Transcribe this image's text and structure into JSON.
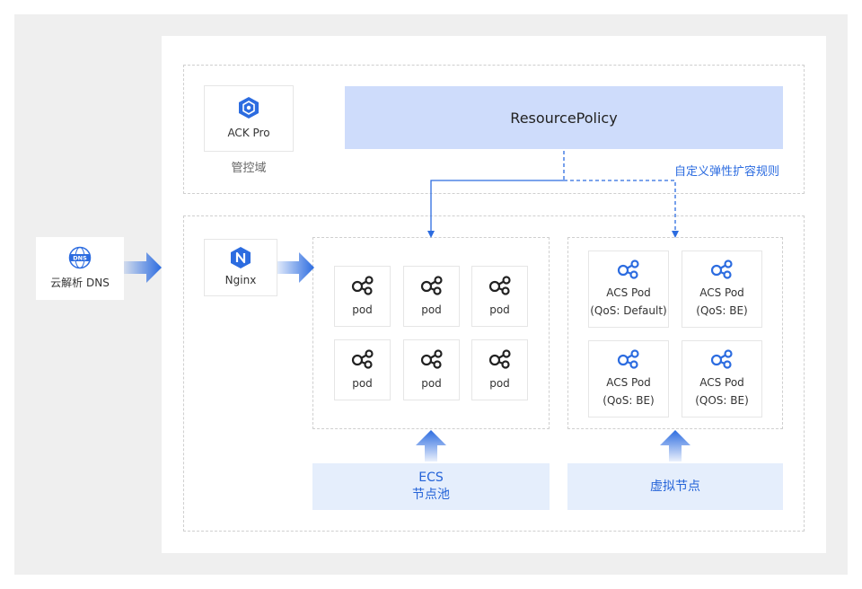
{
  "colors": {
    "accent": "#2c6ce0",
    "policy_bg": "#cedcfb",
    "pool_bg": "#e5eefc",
    "pod_icon": "#222222"
  },
  "dns": {
    "label": "云解析 DNS",
    "icon": "dns-globe-icon",
    "icon_text": "DNS"
  },
  "control_plane": {
    "ack_label": "ACK Pro",
    "ack_icon": "ack-hexagon-icon",
    "caption": "管控域"
  },
  "policy": {
    "title": "ResourcePolicy",
    "annotation": "自定义弹性扩容规则"
  },
  "nginx": {
    "label": "Nginx",
    "icon": "nginx-n-icon"
  },
  "ecs_pool": {
    "pods": [
      "pod",
      "pod",
      "pod",
      "pod",
      "pod",
      "pod"
    ],
    "label_line1": "ECS",
    "label_line2": "节点池"
  },
  "virtual_pool": {
    "pods": [
      {
        "name": "ACS Pod",
        "qos": "(QoS: Default)"
      },
      {
        "name": "ACS Pod",
        "qos": "(QoS: BE)"
      },
      {
        "name": "ACS Pod",
        "qos": "(QoS: BE)"
      },
      {
        "name": "ACS Pod",
        "qos": "(QOS: BE)"
      }
    ],
    "label": "虚拟节点"
  }
}
